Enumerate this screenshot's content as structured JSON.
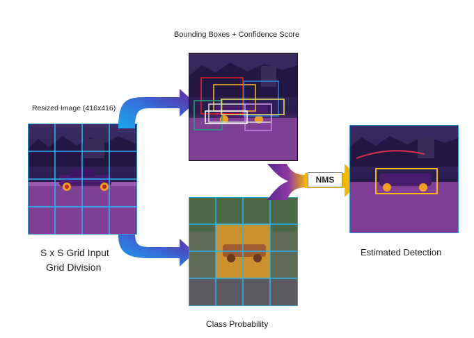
{
  "labels": {
    "bbox_title": "Bounding Boxes + Confidence Score",
    "resized": "Resized Image (416x416)",
    "grid_line1": "S x S Grid Input",
    "grid_line2": "Grid Division",
    "estimated": "Estimated Detection",
    "class_prob": "Class Probability",
    "nms": "NMS"
  },
  "colors": {
    "grid": "#29b6f6",
    "arrow_start": "#1e9ee8",
    "arrow_end": "#6a2a9a",
    "nms_arrow": "#f5b800",
    "detection_box": "#f5b800",
    "scene_sky": "#2a1c4e",
    "scene_ground": "#7a3e92",
    "class_overlay": "#f0a020"
  },
  "grid_size": 4,
  "icons": {
    "arrow_top": "curved-arrow-right-icon",
    "arrow_bottom": "curved-arrow-right-icon",
    "merge_arrow": "merge-arrow-icon",
    "nms_arrow": "arrow-right-icon"
  }
}
